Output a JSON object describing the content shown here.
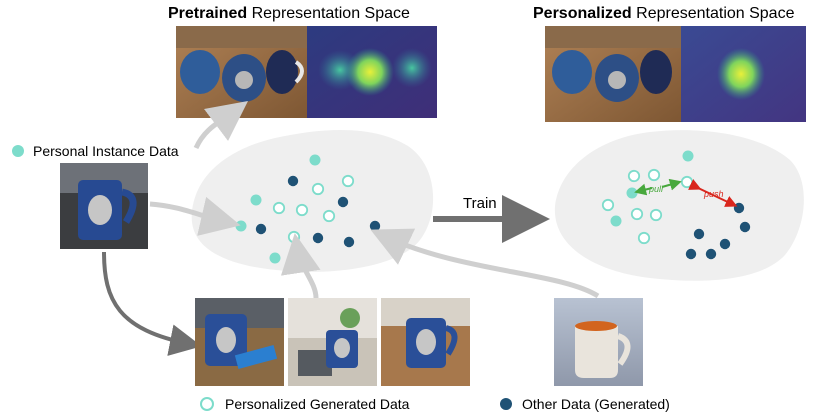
{
  "titles": {
    "pretrained_bold": "Pretrained",
    "pretrained_rest": " Representation Space",
    "personalized_bold": "Personalized",
    "personalized_rest": " Representation Space"
  },
  "labels": {
    "personal_instance": "Personal Instance Data",
    "train": "Train",
    "personalized_generated": "Personalized Generated Data",
    "other_data": "Other Data (Generated)",
    "pull": "pull",
    "push": "push"
  },
  "colors": {
    "teal": "#7ddccb",
    "navy": "#1f5275",
    "blob": "#efefef",
    "arrow_light": "#cfcfcf",
    "arrow_dark": "#707070",
    "pull": "#48a83d",
    "push": "#d9261d"
  }
}
